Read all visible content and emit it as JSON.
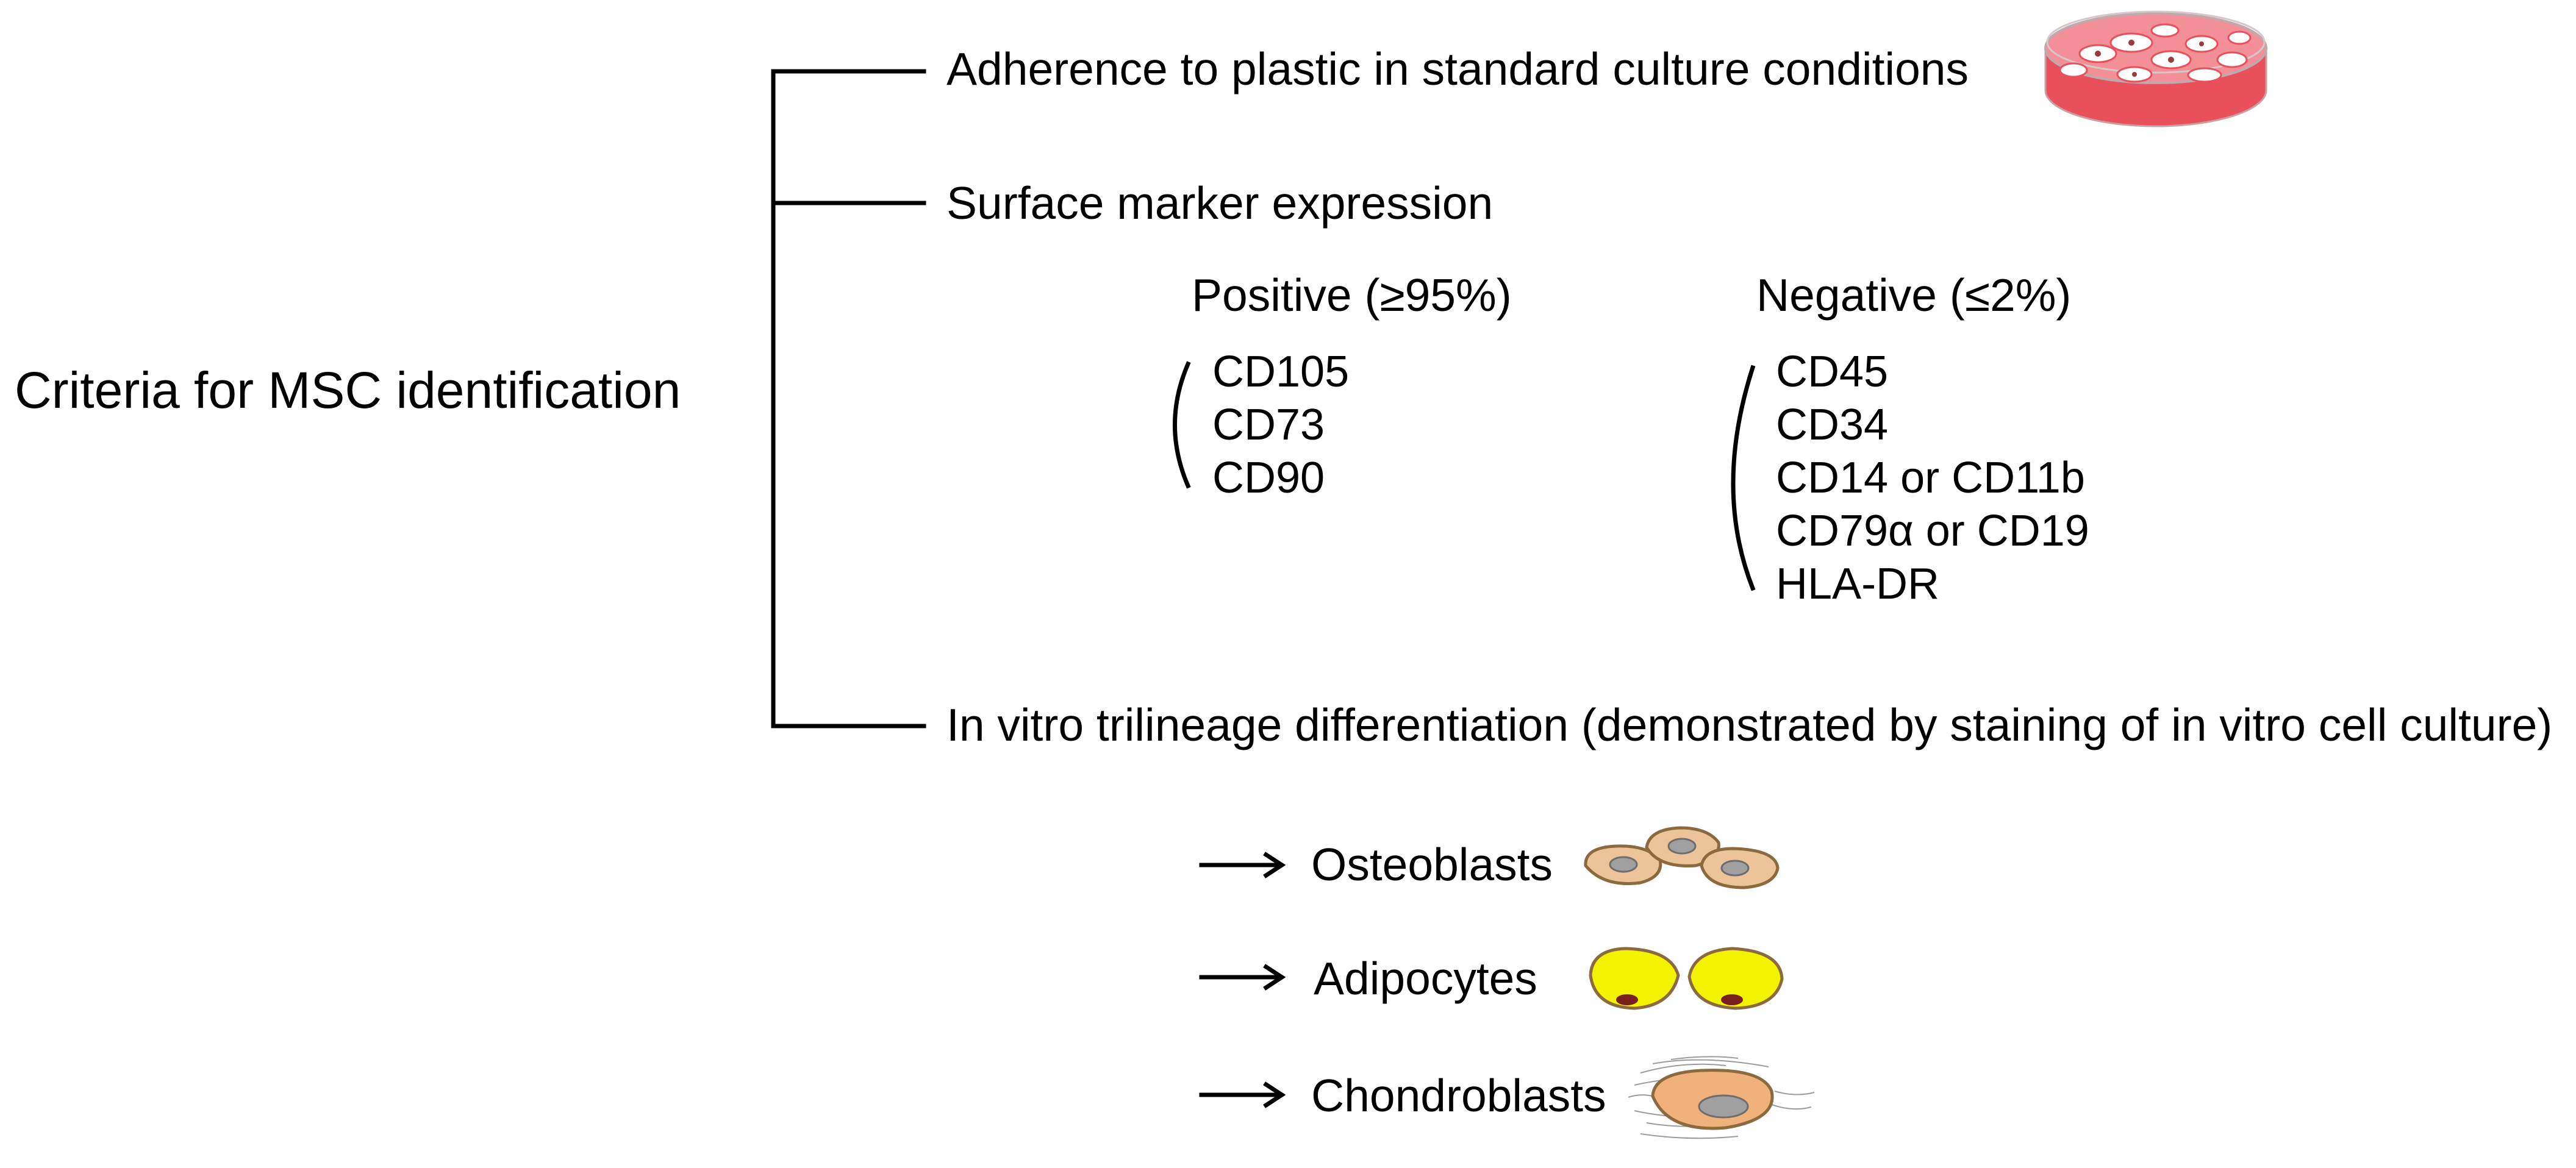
{
  "root": {
    "label": "Criteria for MSC identification"
  },
  "criteria": [
    {
      "label": "Adherence to plastic in standard culture conditions",
      "icon": "petri-dish-icon"
    },
    {
      "label": "Surface marker expression"
    },
    {
      "label": "In vitro trilineage differentiation (demonstrated by staining of in vitro cell culture)"
    }
  ],
  "markers": {
    "positive": {
      "heading": "Positive (≥95%)",
      "items": [
        "CD105",
        "CD73",
        "CD90"
      ]
    },
    "negative": {
      "heading": "Negative (≤2%)",
      "items": [
        "CD45",
        "CD34",
        "CD14 or CD11b",
        "CD79α or CD19",
        "HLA-DR"
      ]
    }
  },
  "lineages": [
    {
      "label": "Osteoblasts",
      "icon": "osteoblast-cells-icon"
    },
    {
      "label": "Adipocytes",
      "icon": "adipocyte-cells-icon"
    },
    {
      "label": "Chondroblasts",
      "icon": "chondroblast-cell-icon"
    }
  ],
  "colors": {
    "line": "#000000",
    "petri_red": "#E8505B",
    "osteoblast_fill": "#EDC49A",
    "adipocyte_fill": "#F3F300",
    "chondroblast_fill": "#F0B27A",
    "cell_outline": "#8A6A3E",
    "nucleus": "#A0A0A0"
  }
}
